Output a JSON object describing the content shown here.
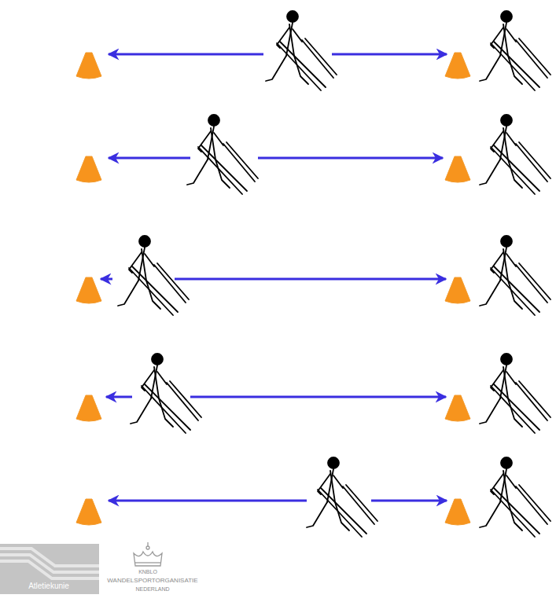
{
  "diagram": {
    "labels": [
      "Atletiekunie",
      "KNBLO",
      "WANDELSPORTORGANISATIE",
      "NEDERLAND"
    ]
  }
}
